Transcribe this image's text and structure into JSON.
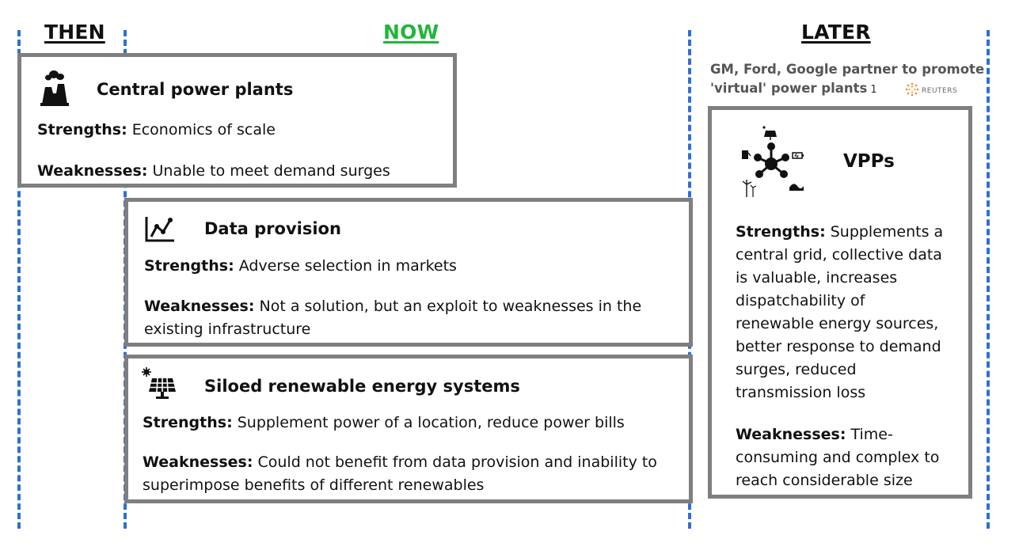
{
  "columns": {
    "then": "THEN",
    "now": "NOW",
    "later": "LATER"
  },
  "colors": {
    "now_heading": "#22b53a",
    "divider": "#2f6fd6",
    "box_border": "#7f7f7f"
  },
  "central": {
    "title": "Central power plants",
    "strengths_label": "Strengths:",
    "strengths": " Economics of scale",
    "weaknesses_label": "Weaknesses:",
    "weaknesses": " Unable to meet demand surges",
    "icon": "power-plant-icon"
  },
  "data_provision": {
    "title": "Data provision",
    "strengths_label": "Strengths:",
    "strengths": " Adverse selection in markets",
    "weaknesses_label": "Weaknesses:",
    "weaknesses_line1": " Not a solution, but an exploit to weaknesses in the",
    "weaknesses_line2": "existing infrastructure",
    "icon": "line-chart-icon"
  },
  "siloed": {
    "title": "Siloed renewable energy systems",
    "strengths_label": "Strengths:",
    "strengths": " Supplement power of a location, reduce power bills",
    "weaknesses_label": "Weaknesses:",
    "weaknesses_line1": " Could not benefit from data provision and inability to",
    "weaknesses_line2": "superimpose benefits of different renewables",
    "icon": "solar-panel-icon"
  },
  "news": {
    "line1": "GM, Ford, Google partner to promote",
    "line2": "'virtual' power plants",
    "ref": "1",
    "source": "REUTERS"
  },
  "vpps": {
    "title": "VPPs",
    "strengths_label": "Strengths:",
    "strengths_lines": [
      " Supplements a",
      "central grid, collective data",
      "is valuable, increases",
      "dispatchability of",
      "renewable energy sources,",
      "better response to demand",
      "surges, reduced",
      "transmission loss"
    ],
    "weaknesses_label": "Weaknesses:",
    "weaknesses_lines": [
      " Time-",
      "consuming and complex to",
      "reach considerable size"
    ],
    "icon": "network-hub-icon"
  }
}
